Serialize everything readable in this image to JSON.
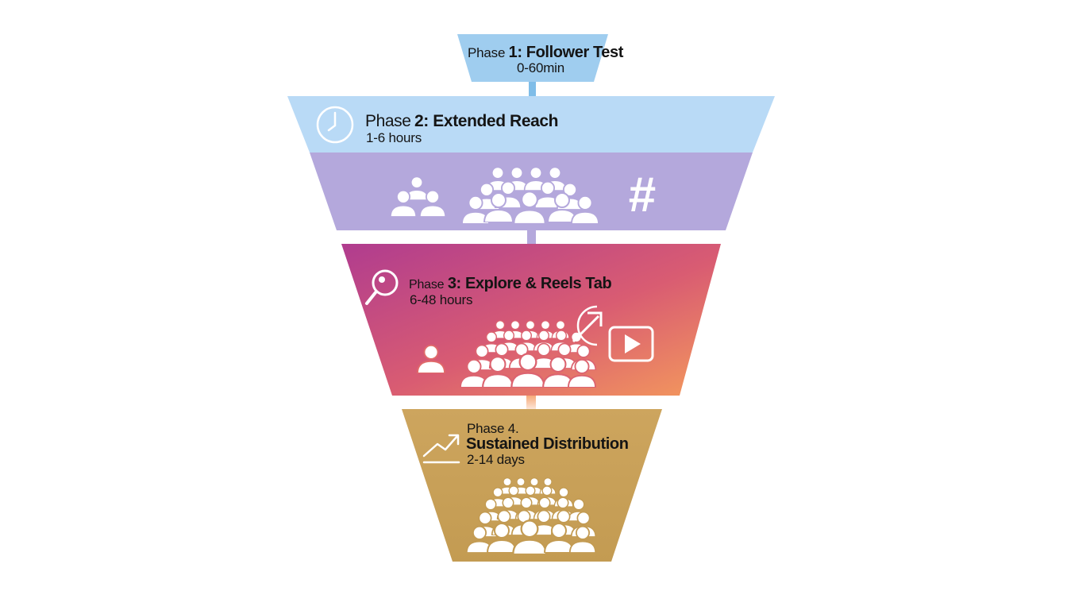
{
  "phases": [
    {
      "prefix": "Phase",
      "title": "1: Follower Test",
      "duration": "0-60min",
      "color": "#9fcdef"
    },
    {
      "prefix": "Phase",
      "title": "2: Extended Reach",
      "duration": "1-6 hours",
      "color_top": "#b7d9f5",
      "color_bottom": "#b3a7db"
    },
    {
      "prefix": "Phase",
      "title": "3: Explore & Reels Tab",
      "duration": "6-48 hours",
      "color_top": "#b23f8d",
      "color_bottom": "#f1905e"
    },
    {
      "prefix": "Phase 4.",
      "title": "Sustained Distribution",
      "duration": "2-14 days",
      "color": "#c9a25a"
    }
  ],
  "icons": {
    "hashtag": "#"
  }
}
